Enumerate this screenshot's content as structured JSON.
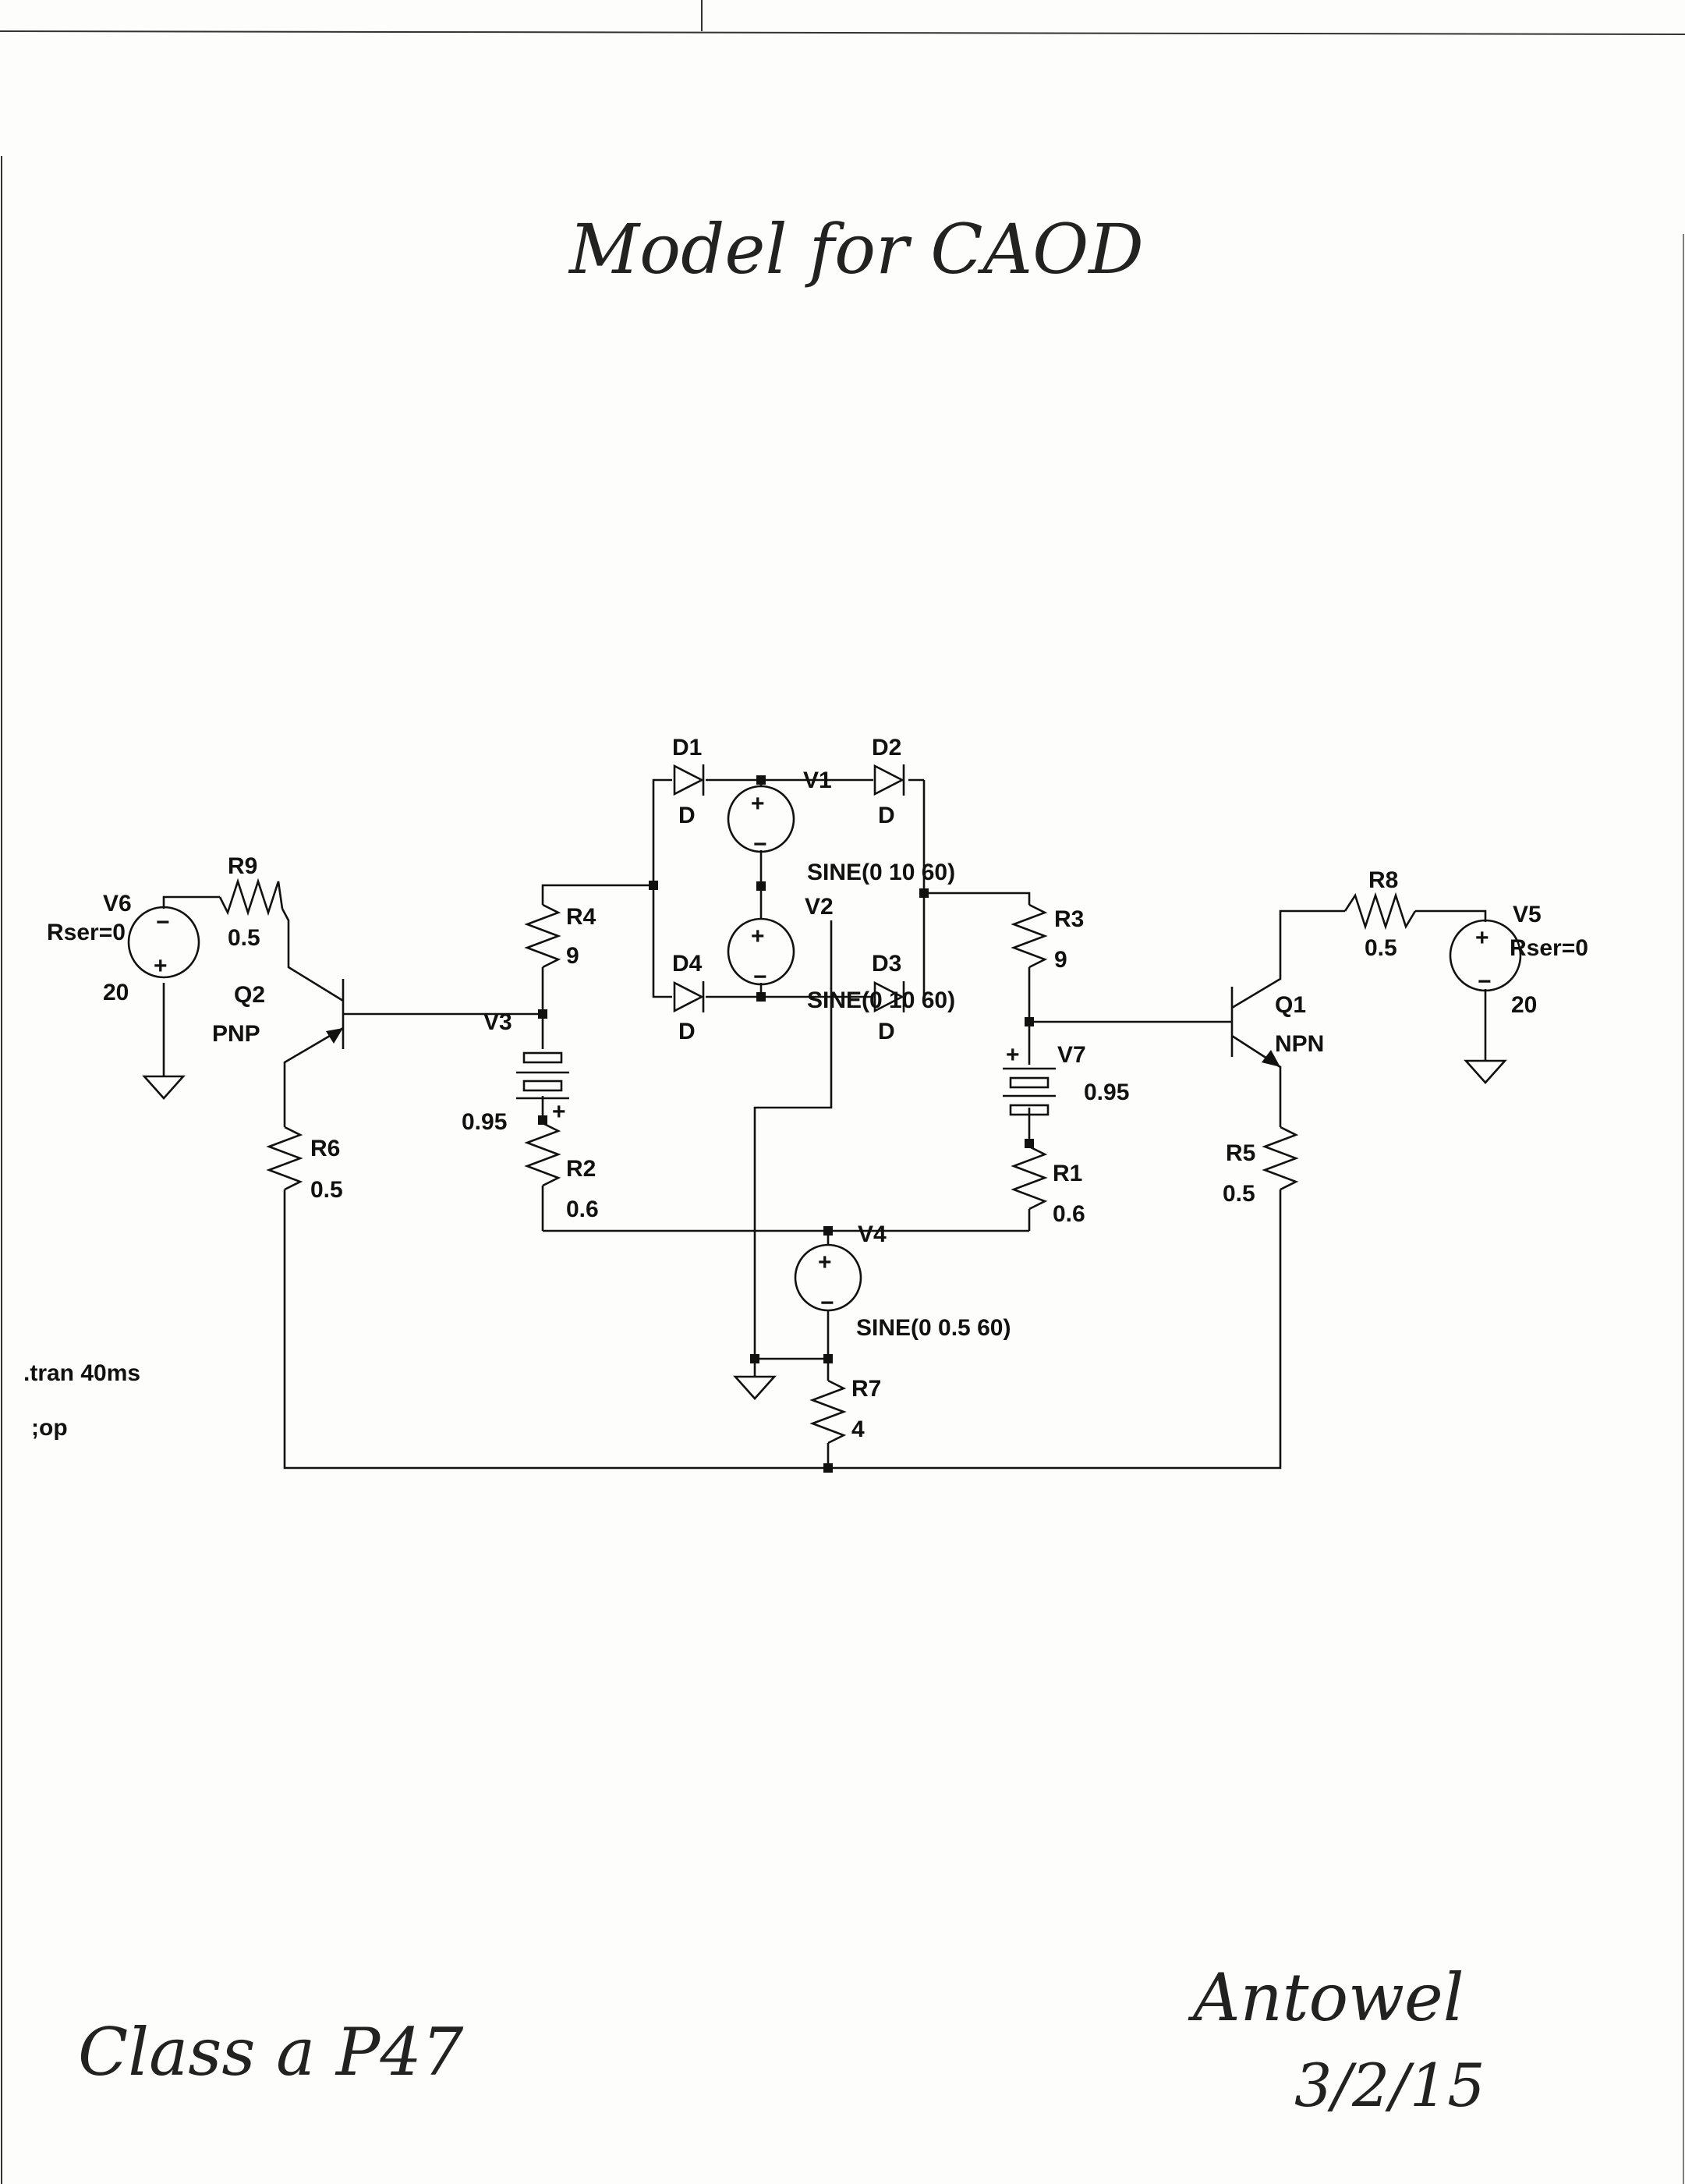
{
  "handwritten": {
    "title": "Model for CAOD",
    "bottom_left": "Class a P47",
    "signature": "Antowel",
    "date": "3/2/15"
  },
  "directives": {
    "tran": ".tran 40ms",
    "op": ";op"
  },
  "components": {
    "D1": {
      "name": "D1",
      "value": "D"
    },
    "D2": {
      "name": "D2",
      "value": "D"
    },
    "D3": {
      "name": "D3",
      "value": "D"
    },
    "D4": {
      "name": "D4",
      "value": "D"
    },
    "V1": {
      "name": "V1",
      "value": "SINE(0 10 60)"
    },
    "V2": {
      "name": "V2",
      "value": "SINE(0 10 60)"
    },
    "V3": {
      "name": "V3",
      "value": "0.95"
    },
    "V4": {
      "name": "V4",
      "value": "SINE(0 0.5 60)"
    },
    "V5": {
      "name": "V5",
      "rser": "Rser=0",
      "value": "20"
    },
    "V6": {
      "name": "V6",
      "rser": "Rser=0",
      "value": "20"
    },
    "V7": {
      "name": "V7",
      "value": "0.95"
    },
    "R1": {
      "name": "R1",
      "value": "0.6"
    },
    "R2": {
      "name": "R2",
      "value": "0.6"
    },
    "R3": {
      "name": "R3",
      "value": "9"
    },
    "R4": {
      "name": "R4",
      "value": "9"
    },
    "R5": {
      "name": "R5",
      "value": "0.5"
    },
    "R6": {
      "name": "R6",
      "value": "0.5"
    },
    "R7": {
      "name": "R7",
      "value": "4"
    },
    "R8": {
      "name": "R8",
      "value": "0.5"
    },
    "R9": {
      "name": "R9",
      "value": "0.5"
    },
    "Q1": {
      "name": "Q1",
      "value": "NPN"
    },
    "Q2": {
      "name": "Q2",
      "value": "PNP"
    }
  },
  "symbols": {
    "plus": "+",
    "minus": "−"
  }
}
